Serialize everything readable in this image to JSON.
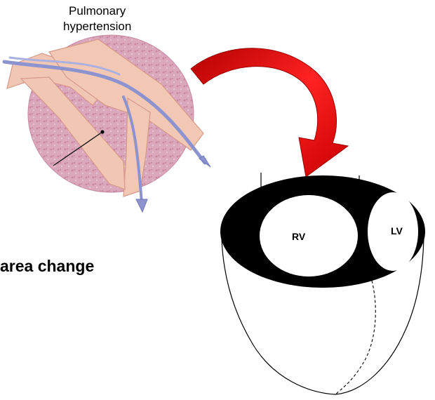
{
  "figure": {
    "title_lines": [
      "Pulmonary",
      "hypertension"
    ],
    "side_text": "area change",
    "chamber_labels": {
      "rv": "RV",
      "lv": "LV"
    },
    "colors": {
      "arrow": "#e01010",
      "lung_tissue": "#d9a3b8",
      "artery_wall": "#f1c7b3",
      "vessel_flow": "#8c93cf",
      "heart_wall": "#000000"
    },
    "icons": [
      "curved-arrow-icon",
      "flow-arrow-icon"
    ]
  }
}
